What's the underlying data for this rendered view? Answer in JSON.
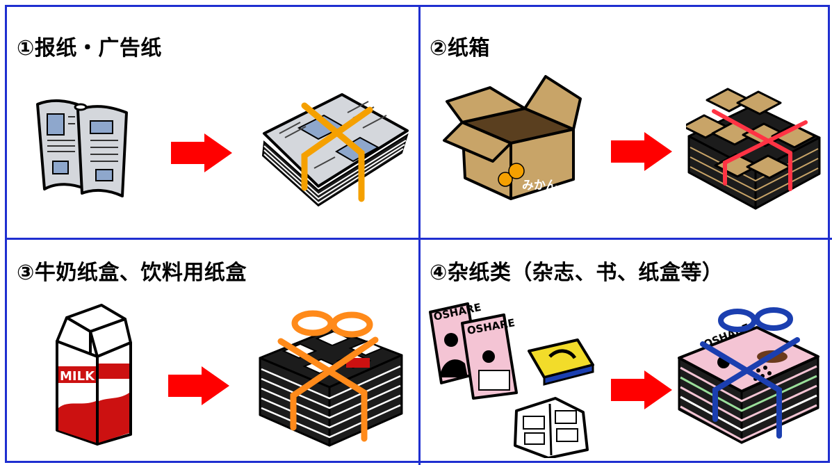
{
  "panels": [
    {
      "label": "①报纸・广告纸",
      "before": "rolled-newspaper-icon",
      "after": "tied-newspaper-stack-icon"
    },
    {
      "label": "②纸箱",
      "before": "open-cardboard-box-icon",
      "box_text": "みかん",
      "after": "tied-flattened-box-stack-icon"
    },
    {
      "label": "③牛奶纸盒、饮料用纸盒",
      "before": "milk-carton-icon",
      "carton_text": "MILK",
      "after": "tied-carton-bundle-icon"
    },
    {
      "label": "④杂纸类（杂志、书、纸盒等）",
      "before": "magazines-and-books-icon",
      "magazine_text": "OSHARE",
      "after": "tied-magazine-stack-icon"
    }
  ],
  "colors": {
    "border": "#1f2fd0",
    "arrow": "#ff0000",
    "string_orange": "#f5a000",
    "string_red": "#ff3344",
    "string_blue": "#1b3fb0",
    "cardboard": "#c8a468"
  }
}
